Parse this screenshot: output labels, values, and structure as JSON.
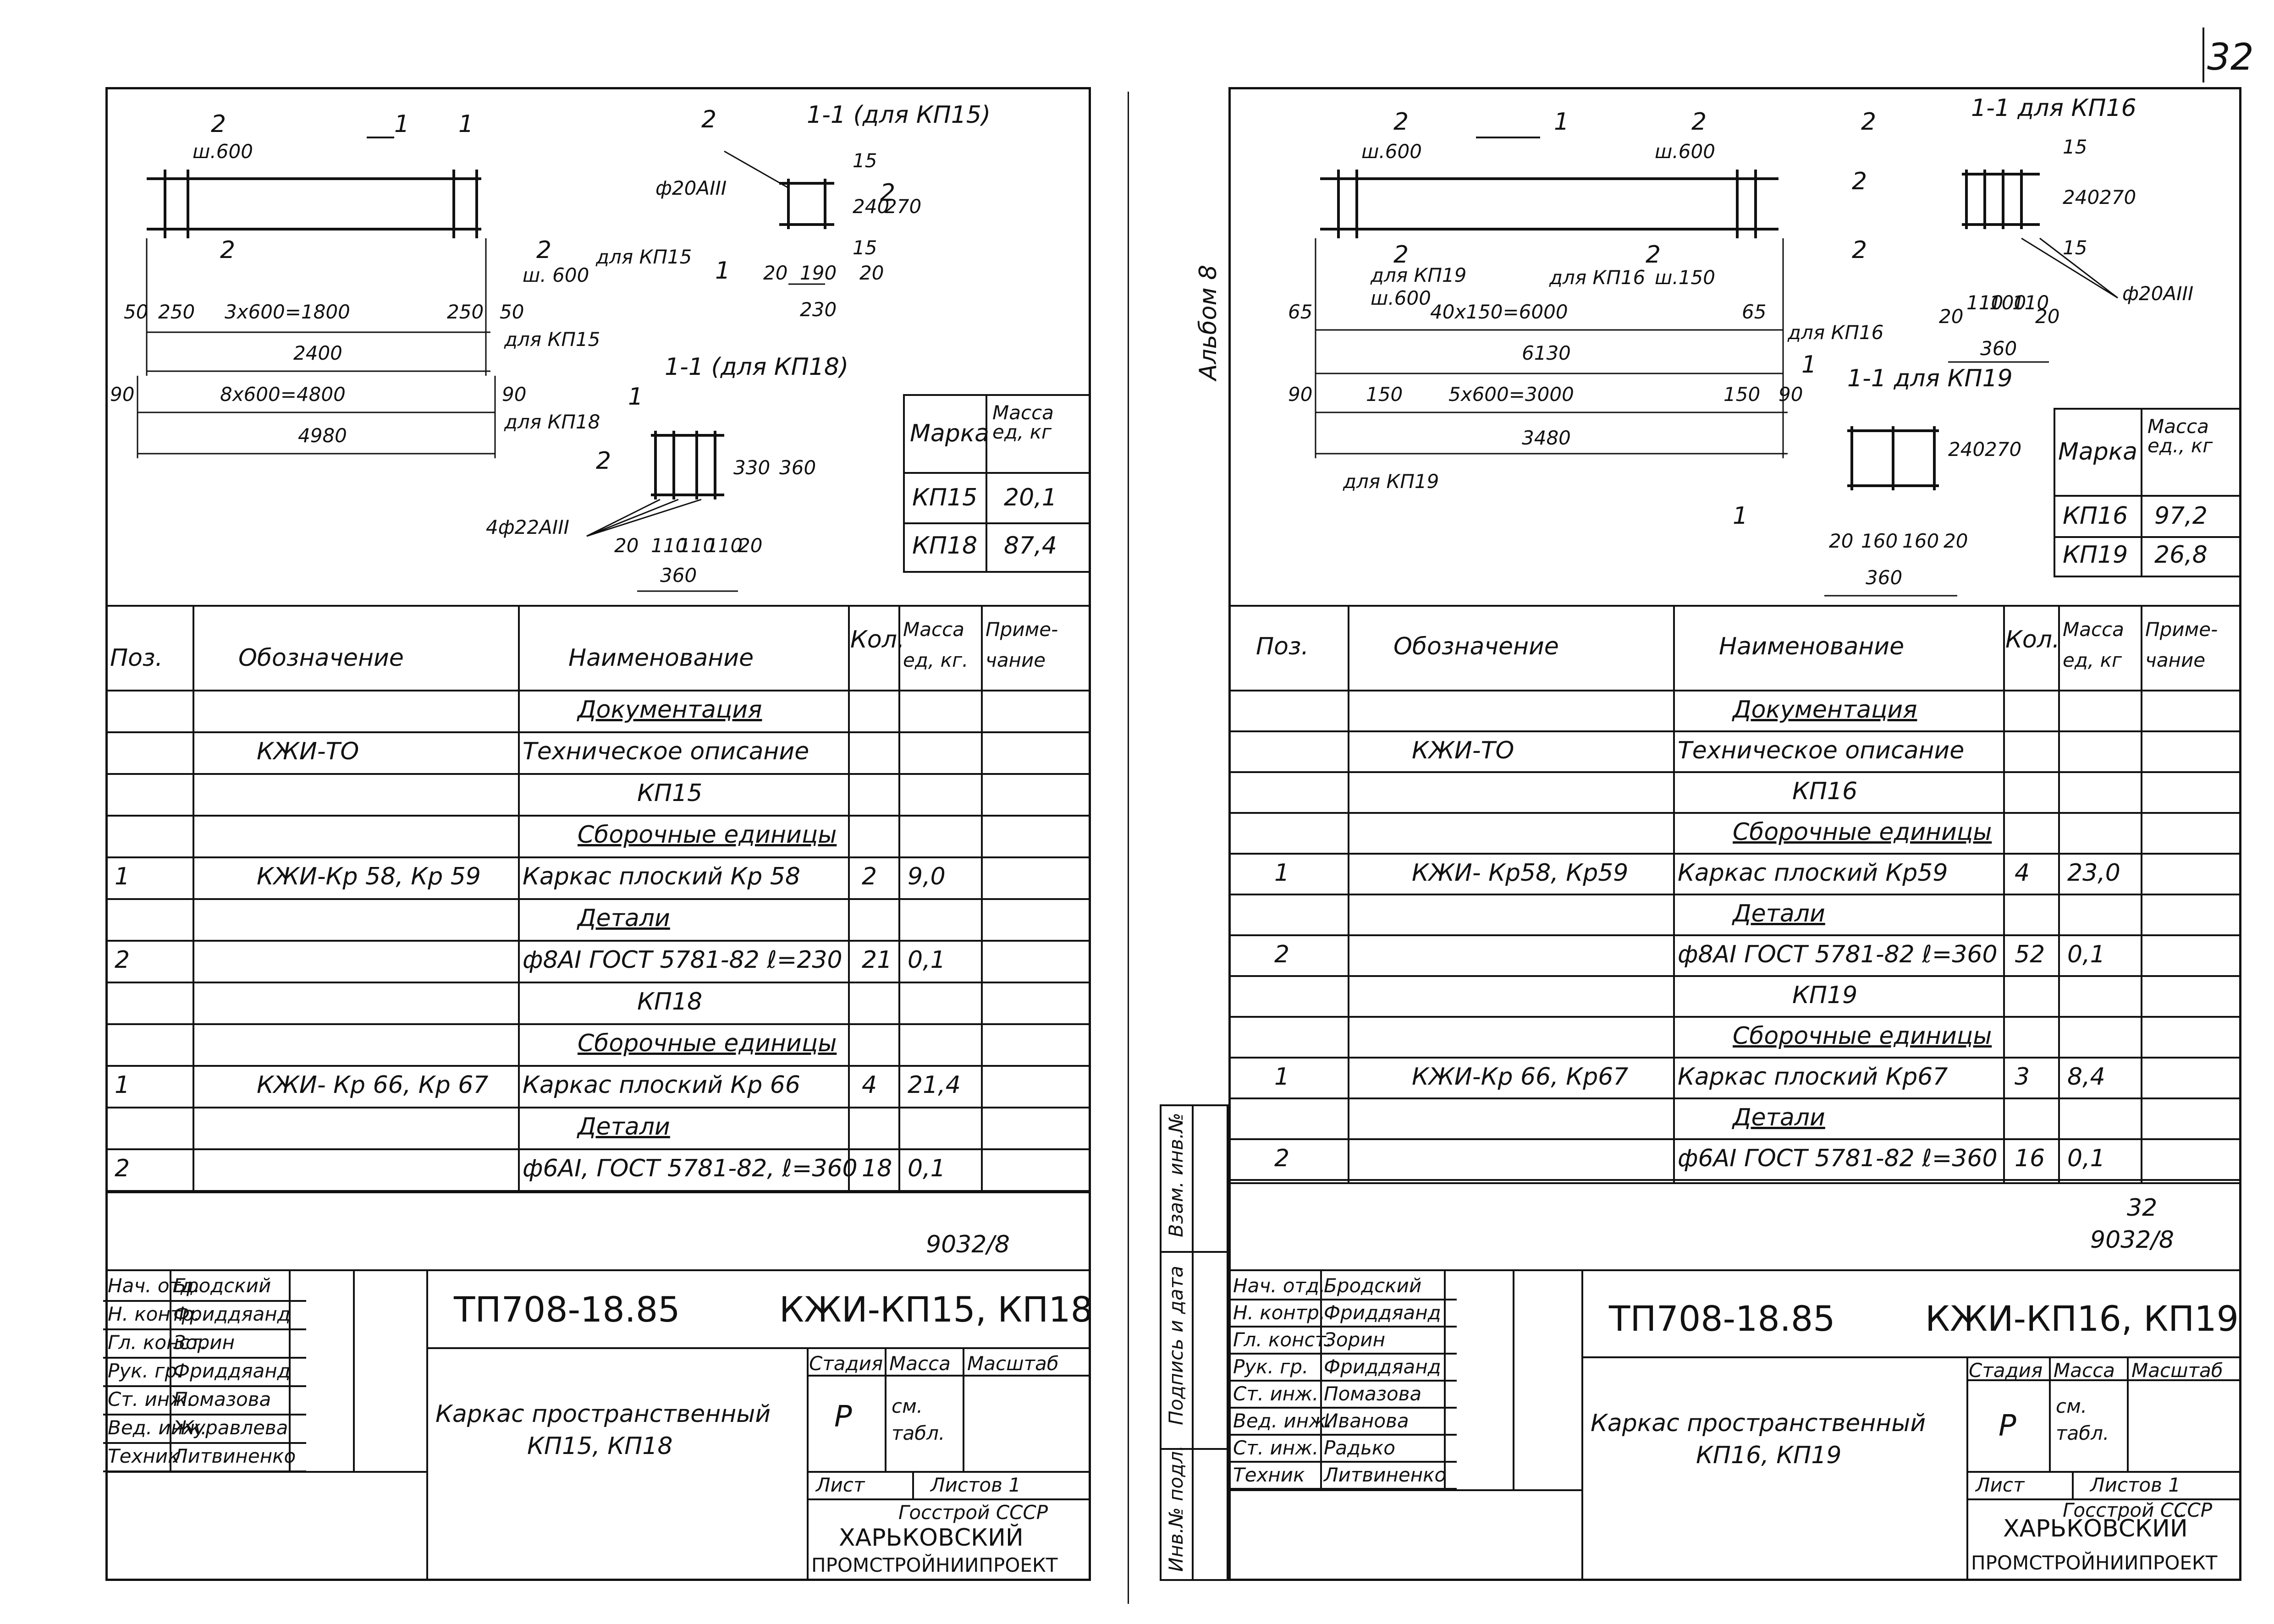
{
  "page_number": "32",
  "left": {
    "drawing": {
      "labels_pos": [
        "2",
        "1",
        "1",
        "2",
        "2",
        "2",
        "2",
        "1",
        "1",
        "2"
      ],
      "l_ш600": "ш.600",
      "l_ш600_2": "ш. 600",
      "l_dla_kp15": "для КП15",
      "l_section": "1-1 (для КП15)",
      "l_rebar": "ф20АIII",
      "dims_a": [
        "50",
        "250",
        "3х600=1800",
        "250",
        "50"
      ],
      "dim_2400": "2400",
      "dims_b": [
        "90",
        "8х600=4800",
        "90"
      ],
      "dim_4980": "4980",
      "l_dla_kp15_b": "для КП15",
      "l_dla_kp18": "для КП18",
      "dim_240": "240",
      "dim_270": "270",
      "dim_15a": "15",
      "dim_15b": "15",
      "dims_s1": [
        "20",
        "190",
        "20"
      ],
      "dim_230": "230",
      "l_section2": "1-1 (для КП18)",
      "dim_330": "330",
      "dim_360v": "360",
      "l_rebar2": "4ф22АIII",
      "dims_s2": [
        "20",
        "110",
        "110",
        "110",
        "20"
      ],
      "dim_360": "360"
    },
    "mass_table": {
      "header": [
        "Марка",
        "Масса ед, кг"
      ],
      "rows": [
        [
          "КП15",
          "20,1"
        ],
        [
          "КП18",
          "87,4"
        ]
      ]
    },
    "spec": {
      "header": [
        "Поз.",
        "Обозначение",
        "Наименование",
        "Кол.",
        "Масса ед, кг.",
        "Приме-чание"
      ],
      "rows": [
        [
          "",
          "",
          "Документация",
          "",
          "",
          ""
        ],
        [
          "",
          "КЖИ-ТО",
          "Техническое описание",
          "",
          "",
          ""
        ],
        [
          "",
          "",
          "КП15",
          "",
          "",
          ""
        ],
        [
          "",
          "",
          "Сборочные единицы",
          "",
          "",
          ""
        ],
        [
          "1",
          "КЖИ-Кр 58, Кр 59",
          "Каркас плоский  Кр 58",
          "2",
          "9,0",
          ""
        ],
        [
          "",
          "",
          "Детали",
          "",
          "",
          ""
        ],
        [
          "2",
          "",
          "ф8АI ГОСТ 5781-82 ℓ=230",
          "21",
          "0,1",
          ""
        ],
        [
          "",
          "",
          "КП18",
          "",
          "",
          ""
        ],
        [
          "",
          "",
          "Сборочные единицы",
          "",
          "",
          ""
        ],
        [
          "1",
          "КЖИ- Кр 66, Кр 67",
          "Каркас плоский  Кр 66",
          "4",
          "21,4",
          ""
        ],
        [
          "",
          "",
          "Детали",
          "",
          "",
          ""
        ],
        [
          "2",
          "",
          "ф6АI, ГОСТ 5781-82, ℓ=360",
          "18",
          "0,1",
          ""
        ]
      ]
    },
    "note": "9032/8",
    "title": {
      "roles": [
        "Нач. отд.",
        "Н. контр.",
        "Гл. конст.",
        "Рук. гр.",
        "Ст. инж.",
        "Вед. инж.",
        "Техник"
      ],
      "names": [
        "Бродский",
        "Фриддяанд",
        "Зорин",
        "Фриддяанд",
        "Помазова",
        "Журавлева",
        "Литвиненко"
      ],
      "code": "ТП708-18.85",
      "mark": "КЖИ-КП15, КП18",
      "hdr": [
        "Стадия",
        "Масса",
        "Масштаб"
      ],
      "stage": "Р",
      "mass": "см. табл.",
      "name": "Каркас пространственный",
      "name2": "КП15, КП18",
      "sheet": "Лист",
      "sheets": "Листов 1",
      "org1": "Госстрой СССР",
      "org2": "ХАРЬКОВСКИЙ",
      "org3": "ПРОМСТРОЙНИИПРОЕКТ"
    }
  },
  "right": {
    "album": "Альбом 8",
    "drawing": {
      "labels_pos": [
        "2",
        "1",
        "2",
        "2",
        "2",
        "1",
        "2",
        "2",
        "2",
        "1",
        "2"
      ],
      "l_ш600": "ш.600",
      "l_ш600b": "ш.600",
      "l_dla_kp19": "для КП19",
      "l_ш600c": "ш.600",
      "l_dla_kp16": "для КП16",
      "l_ш150": "ш.150",
      "dims_a": [
        "65",
        "40х150=6000",
        "65"
      ],
      "l_dla_kp16b": "для КП16",
      "dim_6130": "6130",
      "dims_b": [
        "90",
        "150",
        "5х600=3000",
        "150",
        "90"
      ],
      "dim_3480": "3480",
      "l_dla_kp19b": "для КП19",
      "l_section": "1-1 для КП16",
      "dim_240": "240",
      "dim_270": "270",
      "dim_15": "15",
      "dim_15b": "15",
      "dims_s1": [
        "20",
        "110",
        "100",
        "110",
        "20"
      ],
      "dim_360": "360",
      "l_rebar": "ф20АIII",
      "l_section2": "1-1 для КП19",
      "dim_240b": "240",
      "dim_270b": "270",
      "dims_s2": [
        "20",
        "160",
        "160",
        "20"
      ],
      "dim_360b": "360"
    },
    "mass_table": {
      "header": [
        "Марка",
        "Масса ед., кг"
      ],
      "rows": [
        [
          "КП16",
          "97,2"
        ],
        [
          "КП19",
          "26,8"
        ]
      ]
    },
    "spec": {
      "header": [
        "Поз.",
        "Обозначение",
        "Наименование",
        "Кол.",
        "Масса ед, кг",
        "Приме-чание"
      ],
      "rows": [
        [
          "",
          "",
          "Документация",
          "",
          "",
          ""
        ],
        [
          "",
          "КЖИ-ТО",
          "Техническое описание",
          "",
          "",
          ""
        ],
        [
          "",
          "",
          "КП16",
          "",
          "",
          ""
        ],
        [
          "",
          "",
          "Сборочные единицы",
          "",
          "",
          ""
        ],
        [
          "1",
          "КЖИ- Кр58, Кр59",
          "Каркас плоский  Кр59",
          "4",
          "23,0",
          ""
        ],
        [
          "",
          "",
          "Детали",
          "",
          "",
          ""
        ],
        [
          "2",
          "",
          "ф8АI ГОСТ 5781-82 ℓ=360",
          "52",
          "0,1",
          ""
        ],
        [
          "",
          "",
          "КП19",
          "",
          "",
          ""
        ],
        [
          "",
          "",
          "Сборочные единицы",
          "",
          "",
          ""
        ],
        [
          "1",
          "КЖИ-Кр 66, Кр67",
          "Каркас плоский Кр67",
          "3",
          "8,4",
          ""
        ],
        [
          "",
          "",
          "Детали",
          "",
          "",
          ""
        ],
        [
          "2",
          "",
          "ф6АI ГОСТ 5781-82 ℓ=360",
          "16",
          "0,1",
          ""
        ]
      ]
    },
    "page": "32",
    "note": "9032/8",
    "side": [
      "Взам. инв.№",
      "Подпись и дата",
      "Инв.№ подл."
    ],
    "title": {
      "roles": [
        "Нач. отд.",
        "Н. контр.",
        "Гл. конст.",
        "Рук. гр.",
        "Ст. инж.",
        "Вед. инж.",
        "Ст. инж.",
        "Техник"
      ],
      "names": [
        "Бродский",
        "Фриддяанд",
        "Зорин",
        "Фриддяанд",
        "Помазова",
        "Иванова",
        "Радько",
        "Литвиненко"
      ],
      "code": "ТП708-18.85",
      "mark": "КЖИ-КП16, КП19",
      "hdr": [
        "Стадия",
        "Масса",
        "Масштаб"
      ],
      "stage": "Р",
      "mass": "см. табл.",
      "name": "Каркас пространственный",
      "name2": "КП16, КП19",
      "sheet": "Лист",
      "sheets": "Листов 1",
      "org1": "Госстрой СССР",
      "org2": "ХАРЬКОВСКИЙ",
      "org3": "ПРОМСТРОЙНИИПРОЕКТ"
    }
  }
}
